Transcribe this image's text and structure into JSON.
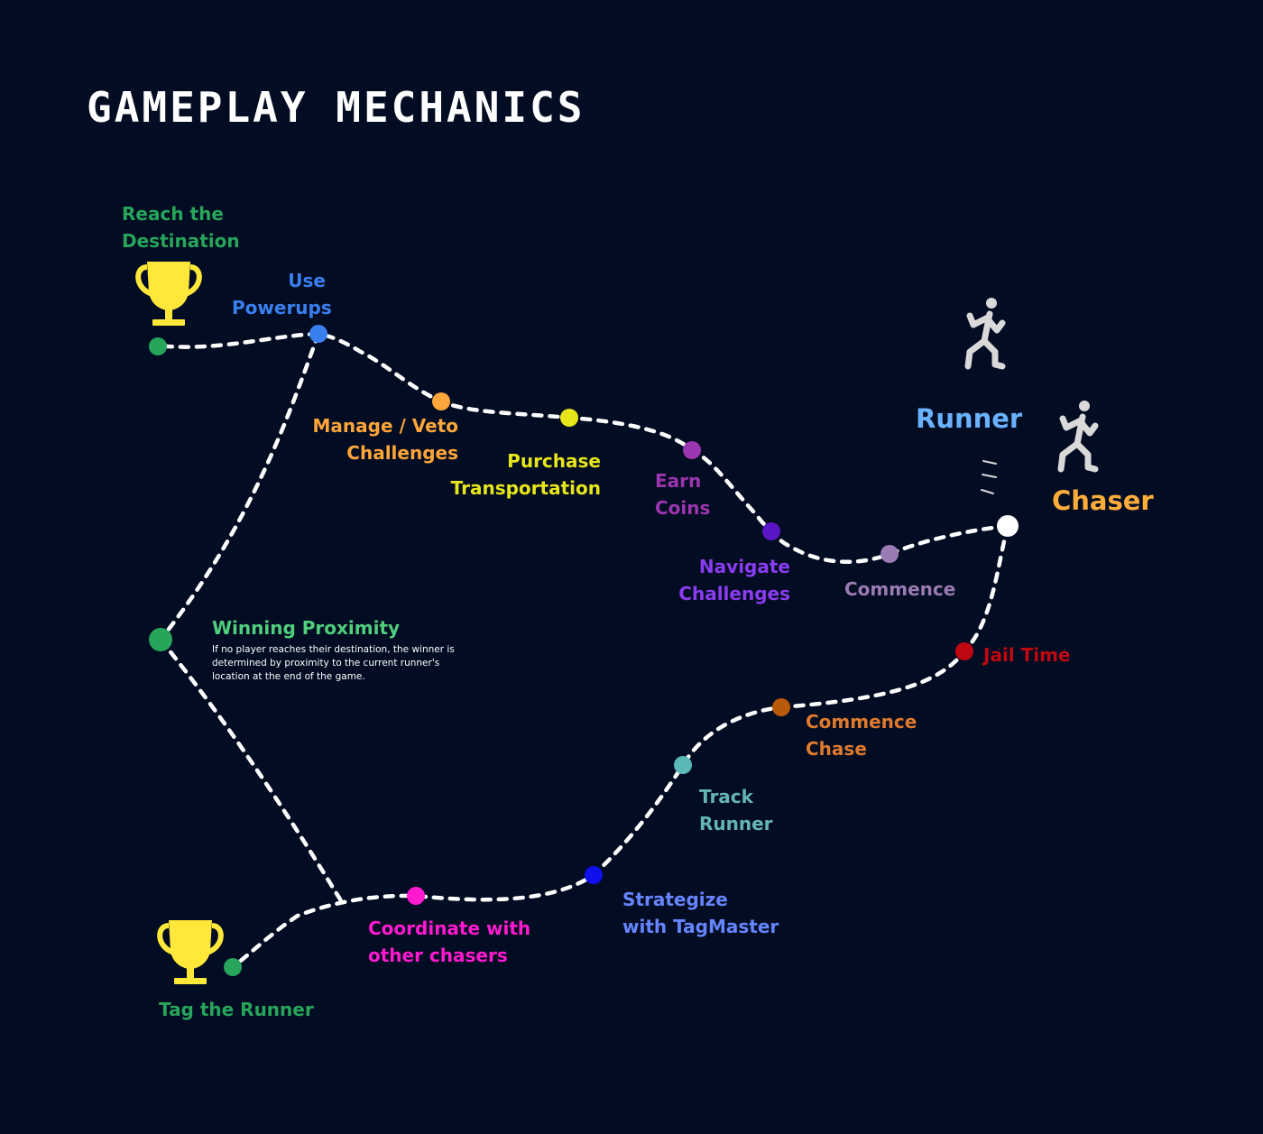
{
  "title": "GAMEPLAY MECHANICS",
  "colors": {
    "background": "#020c22",
    "path": "#ffffff",
    "trophy": "#ffe83a",
    "figure": "#d9d9d9"
  },
  "nodes": {
    "reach_destination": {
      "label": "Reach the\nDestination",
      "color": "#27a55a",
      "icon": "trophy-icon"
    },
    "use_powerups": {
      "label": "Use\nPowerups",
      "color": "#3a7ff0"
    },
    "manage_veto": {
      "label": "Manage / Veto\nChallenges",
      "color": "#ffa63a"
    },
    "purchase_transport": {
      "label": "Purchase\nTransportation",
      "color": "#e7e61a"
    },
    "earn_coins": {
      "label": "Earn\nCoins",
      "color": "#9c35b0"
    },
    "navigate_challenges": {
      "label": "Navigate\nChallenges",
      "color": "#8b3cf0",
      "dot_color": "#5a16c4"
    },
    "commence": {
      "label": "Commence",
      "color": "#9a7bb3"
    },
    "start": {
      "color": "#ffffff"
    },
    "jail_time": {
      "label": "Jail Time",
      "color": "#c00812"
    },
    "commence_chase": {
      "label": "Commence\nChase",
      "color": "#e07a2e",
      "dot_color": "#b85a0a"
    },
    "track_runner": {
      "label": "Track\n Runner",
      "color": "#65b5b5",
      "dot_color": "#5ab8b6"
    },
    "strategize": {
      "label": "Strategize\nwith TagMaster",
      "color": "#6685ff",
      "dot_color": "#1010ee"
    },
    "coordinate": {
      "label": "Coordinate with\nother chasers",
      "color": "#ff1ad0",
      "dot_color": "#ff1ad0"
    },
    "tag_runner": {
      "label": "Tag the Runner",
      "color": "#27a55a",
      "icon": "trophy-icon"
    },
    "winning_proximity": {
      "label": "Winning Proximity",
      "color": "#4fcf7c",
      "dot_color": "#27a55a",
      "description": "If no player reaches their destination, the winner is determined by proximity to the current runner's location at the end of the game."
    }
  },
  "roles": {
    "runner": {
      "label": "Runner",
      "color": "#6ab2ff",
      "icon": "running-person-icon"
    },
    "chaser": {
      "label": "Chaser",
      "color": "#ffac3a",
      "icon": "running-person-icon"
    }
  }
}
